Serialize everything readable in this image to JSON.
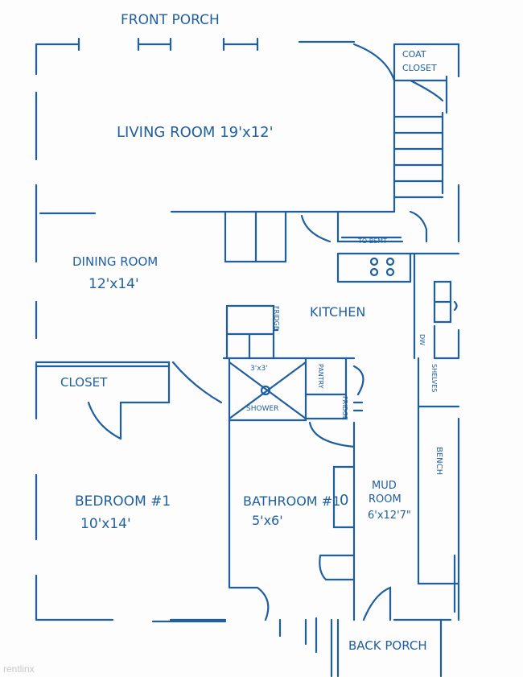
{
  "plan": {
    "front_porch": "FRONT PORCH",
    "coat_closet_1": "COAT",
    "coat_closet_2": "CLOSET",
    "living_room": "LIVING ROOM 19'x12'",
    "to_basement": "TO BSMT",
    "dining_room": "DINING ROOM",
    "dining_room_size": "12'x14'",
    "kitchen": "KITCHEN",
    "fridge_1": "FRIDGE",
    "fridge_2": "FRIDGE",
    "dishwasher": "DW",
    "shelves": "SHELVES",
    "pantry": "PANTRY",
    "shower_size": "3'x3'",
    "shower": "SHOWER",
    "closet": "CLOSET",
    "bench": "BENCH",
    "bedroom": "BEDROOM #1",
    "bedroom_size": "10'x14'",
    "bathroom": "BATHROOM #1",
    "bathroom_size": "5'x6'",
    "mud_room_1": "MUD",
    "mud_room_2": "ROOM",
    "mud_room_size": "6'x12'7\"",
    "back_porch": "BACK PORCH"
  },
  "watermark": "rentlinx"
}
